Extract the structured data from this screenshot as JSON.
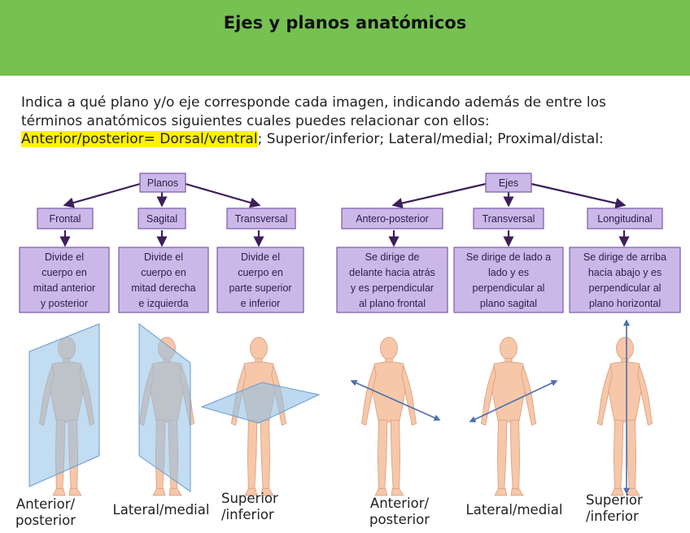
{
  "title": "Ejes y planos anatómicos",
  "instructions": {
    "line1": "Indica a qué plano y/o eje corresponde cada imagen, indicando además de entre los",
    "line2": "términos anatómicos siguientes cuales puedes relacionar con ellos:",
    "highlighted_term": "Anterior/posterior= Dorsal/ventral",
    "rest_terms": "; Superior/inferior; Lateral/medial; Proximal/distal:"
  },
  "colors": {
    "banner": "#76c152",
    "node_fill": "#cbb8e8",
    "node_stroke": "#7a5ba8",
    "arrow": "#3d1f5a",
    "plane": "#8fbfe6",
    "body_skin": "#f6c7a8",
    "highlight": "#fff200"
  },
  "planes_diagram": {
    "root": "Planos",
    "nodes": [
      {
        "label": "Frontal",
        "desc": [
          "Divide el",
          "cuerpo en",
          "mitad anterior",
          "y posterior"
        ]
      },
      {
        "label": "Sagital",
        "desc": [
          "Divide el",
          "cuerpo en",
          "mitad derecha",
          "e izquierda"
        ]
      },
      {
        "label": "Transversal",
        "desc": [
          "Divide el",
          "cuerpo en",
          "parte superior",
          "e inferior"
        ]
      }
    ]
  },
  "axes_diagram": {
    "root": "Ejes",
    "nodes": [
      {
        "label": "Antero-posterior",
        "desc": [
          "Se dirige de",
          "delante hacia atrás",
          "y es perpendicular",
          "al plano frontal"
        ]
      },
      {
        "label": "Transversal",
        "desc": [
          "Se dirige de lado a",
          "lado y es",
          "perpendicular al",
          "plano sagital"
        ]
      },
      {
        "label": "Longitudinal",
        "desc": [
          "Se dirige de arriba",
          "hacia abajo y es",
          "perpendicular al",
          "plano horizontal"
        ]
      }
    ]
  },
  "captions": [
    {
      "line1": "Anterior/",
      "line2": "posterior"
    },
    {
      "line1": "Lateral/medial",
      "line2": ""
    },
    {
      "line1": "Superior",
      "line2": "/inferior"
    },
    {
      "line1": "Anterior/",
      "line2": "posterior"
    },
    {
      "line1": "Lateral/medial",
      "line2": ""
    },
    {
      "line1": "Superior",
      "line2": "/inferior"
    }
  ]
}
